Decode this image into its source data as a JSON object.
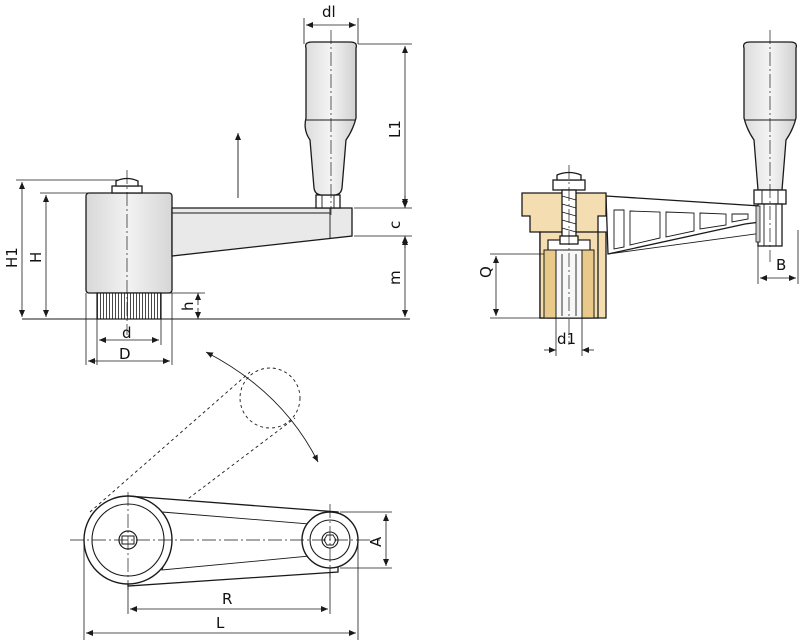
{
  "labels": {
    "dl": "dl",
    "L1": "L1",
    "H1": "H1",
    "H": "H",
    "c": "c",
    "m": "m",
    "h": "h",
    "d": "d",
    "D": "D",
    "Q": "Q",
    "d1": "d1",
    "B": "B",
    "A": "A",
    "R": "R",
    "L": "L"
  },
  "colors": {
    "section_fill": "#f4ddb0",
    "hub_fill": "#e9e9e9",
    "line": "#1a1a1a"
  }
}
